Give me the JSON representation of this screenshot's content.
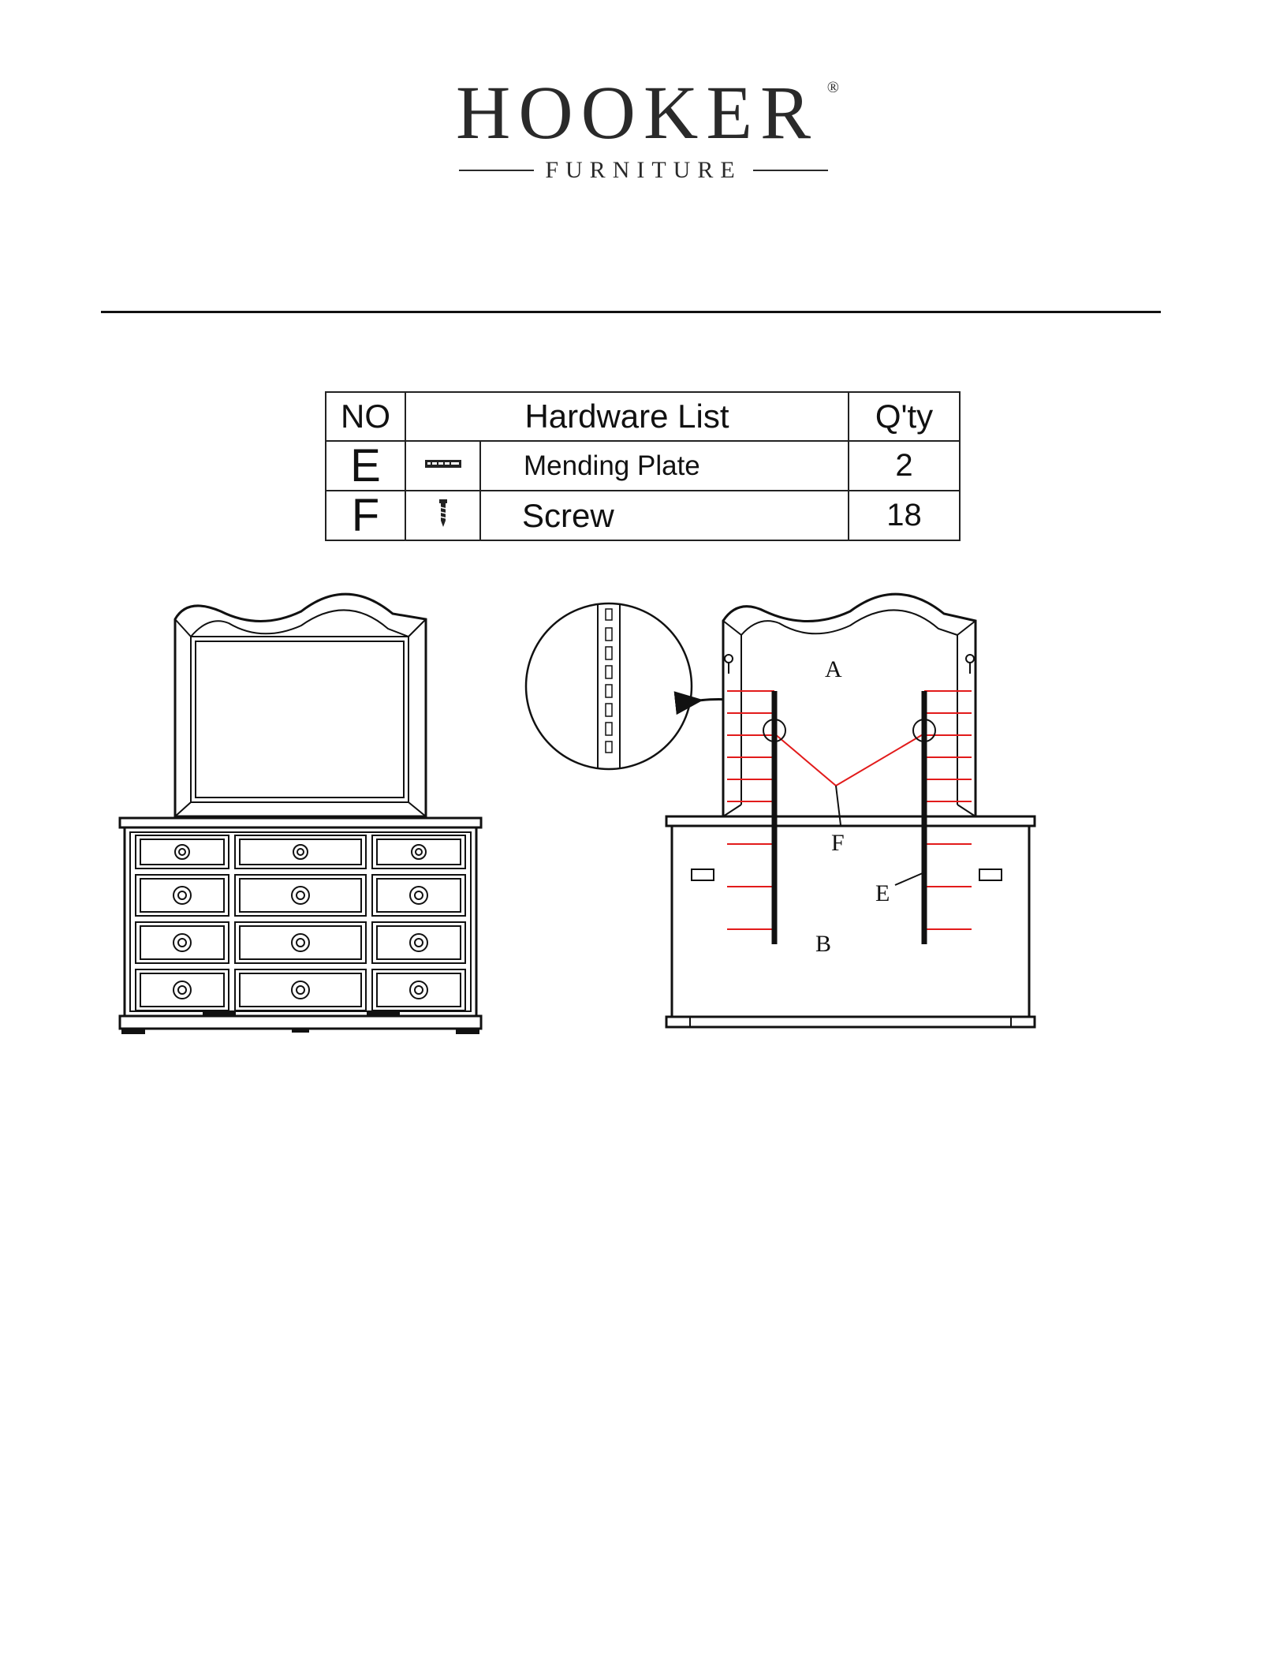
{
  "logo": {
    "brand": "HOOKER",
    "registered": "®",
    "subtitle": "FURNITURE"
  },
  "hardware": {
    "headers": {
      "no": "NO",
      "list": "Hardware List",
      "qty": "Q'ty"
    },
    "items": [
      {
        "no": "E",
        "icon": "mending-plate-icon",
        "name": "Mending Plate",
        "qty": "2"
      },
      {
        "no": "F",
        "icon": "screw-icon",
        "name": "Screw",
        "qty": "18"
      }
    ]
  },
  "diagram": {
    "labels": {
      "mirror": "A",
      "dresser": "B",
      "plate": "E",
      "screw": "F"
    },
    "colors": {
      "line": "#111111",
      "screw_line": "#e21b1b"
    }
  }
}
